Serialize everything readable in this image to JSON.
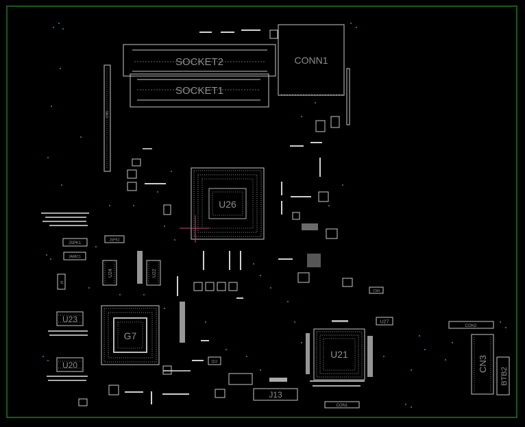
{
  "board": {
    "outline_color": "#1f7a1f",
    "silk_color": "#c8c8c8",
    "label_color": "#8e8e8e",
    "via_color": "#3b8fb0",
    "marker_color": "#c0507a"
  },
  "components": {
    "socket2": "SOCKET2",
    "socket1": "SOCKET1",
    "conn1": "CONN1",
    "u26": "U26",
    "g7": "G7",
    "u21": "U21",
    "j13": "J13",
    "cn3": "CN3",
    "btb2": "BTB2",
    "u23": "U23",
    "u20": "U20",
    "u27": "U27",
    "con2": "CON2",
    "con1": "CON1",
    "jspk1": "JSPK1",
    "jspk2": "JSPK2",
    "jamic1": "JAMIC1",
    "cn4": "CN4",
    "q11": "Q11",
    "cn5": "CN5",
    "j4": "J4",
    "u24": "U24",
    "u22": "U22"
  }
}
